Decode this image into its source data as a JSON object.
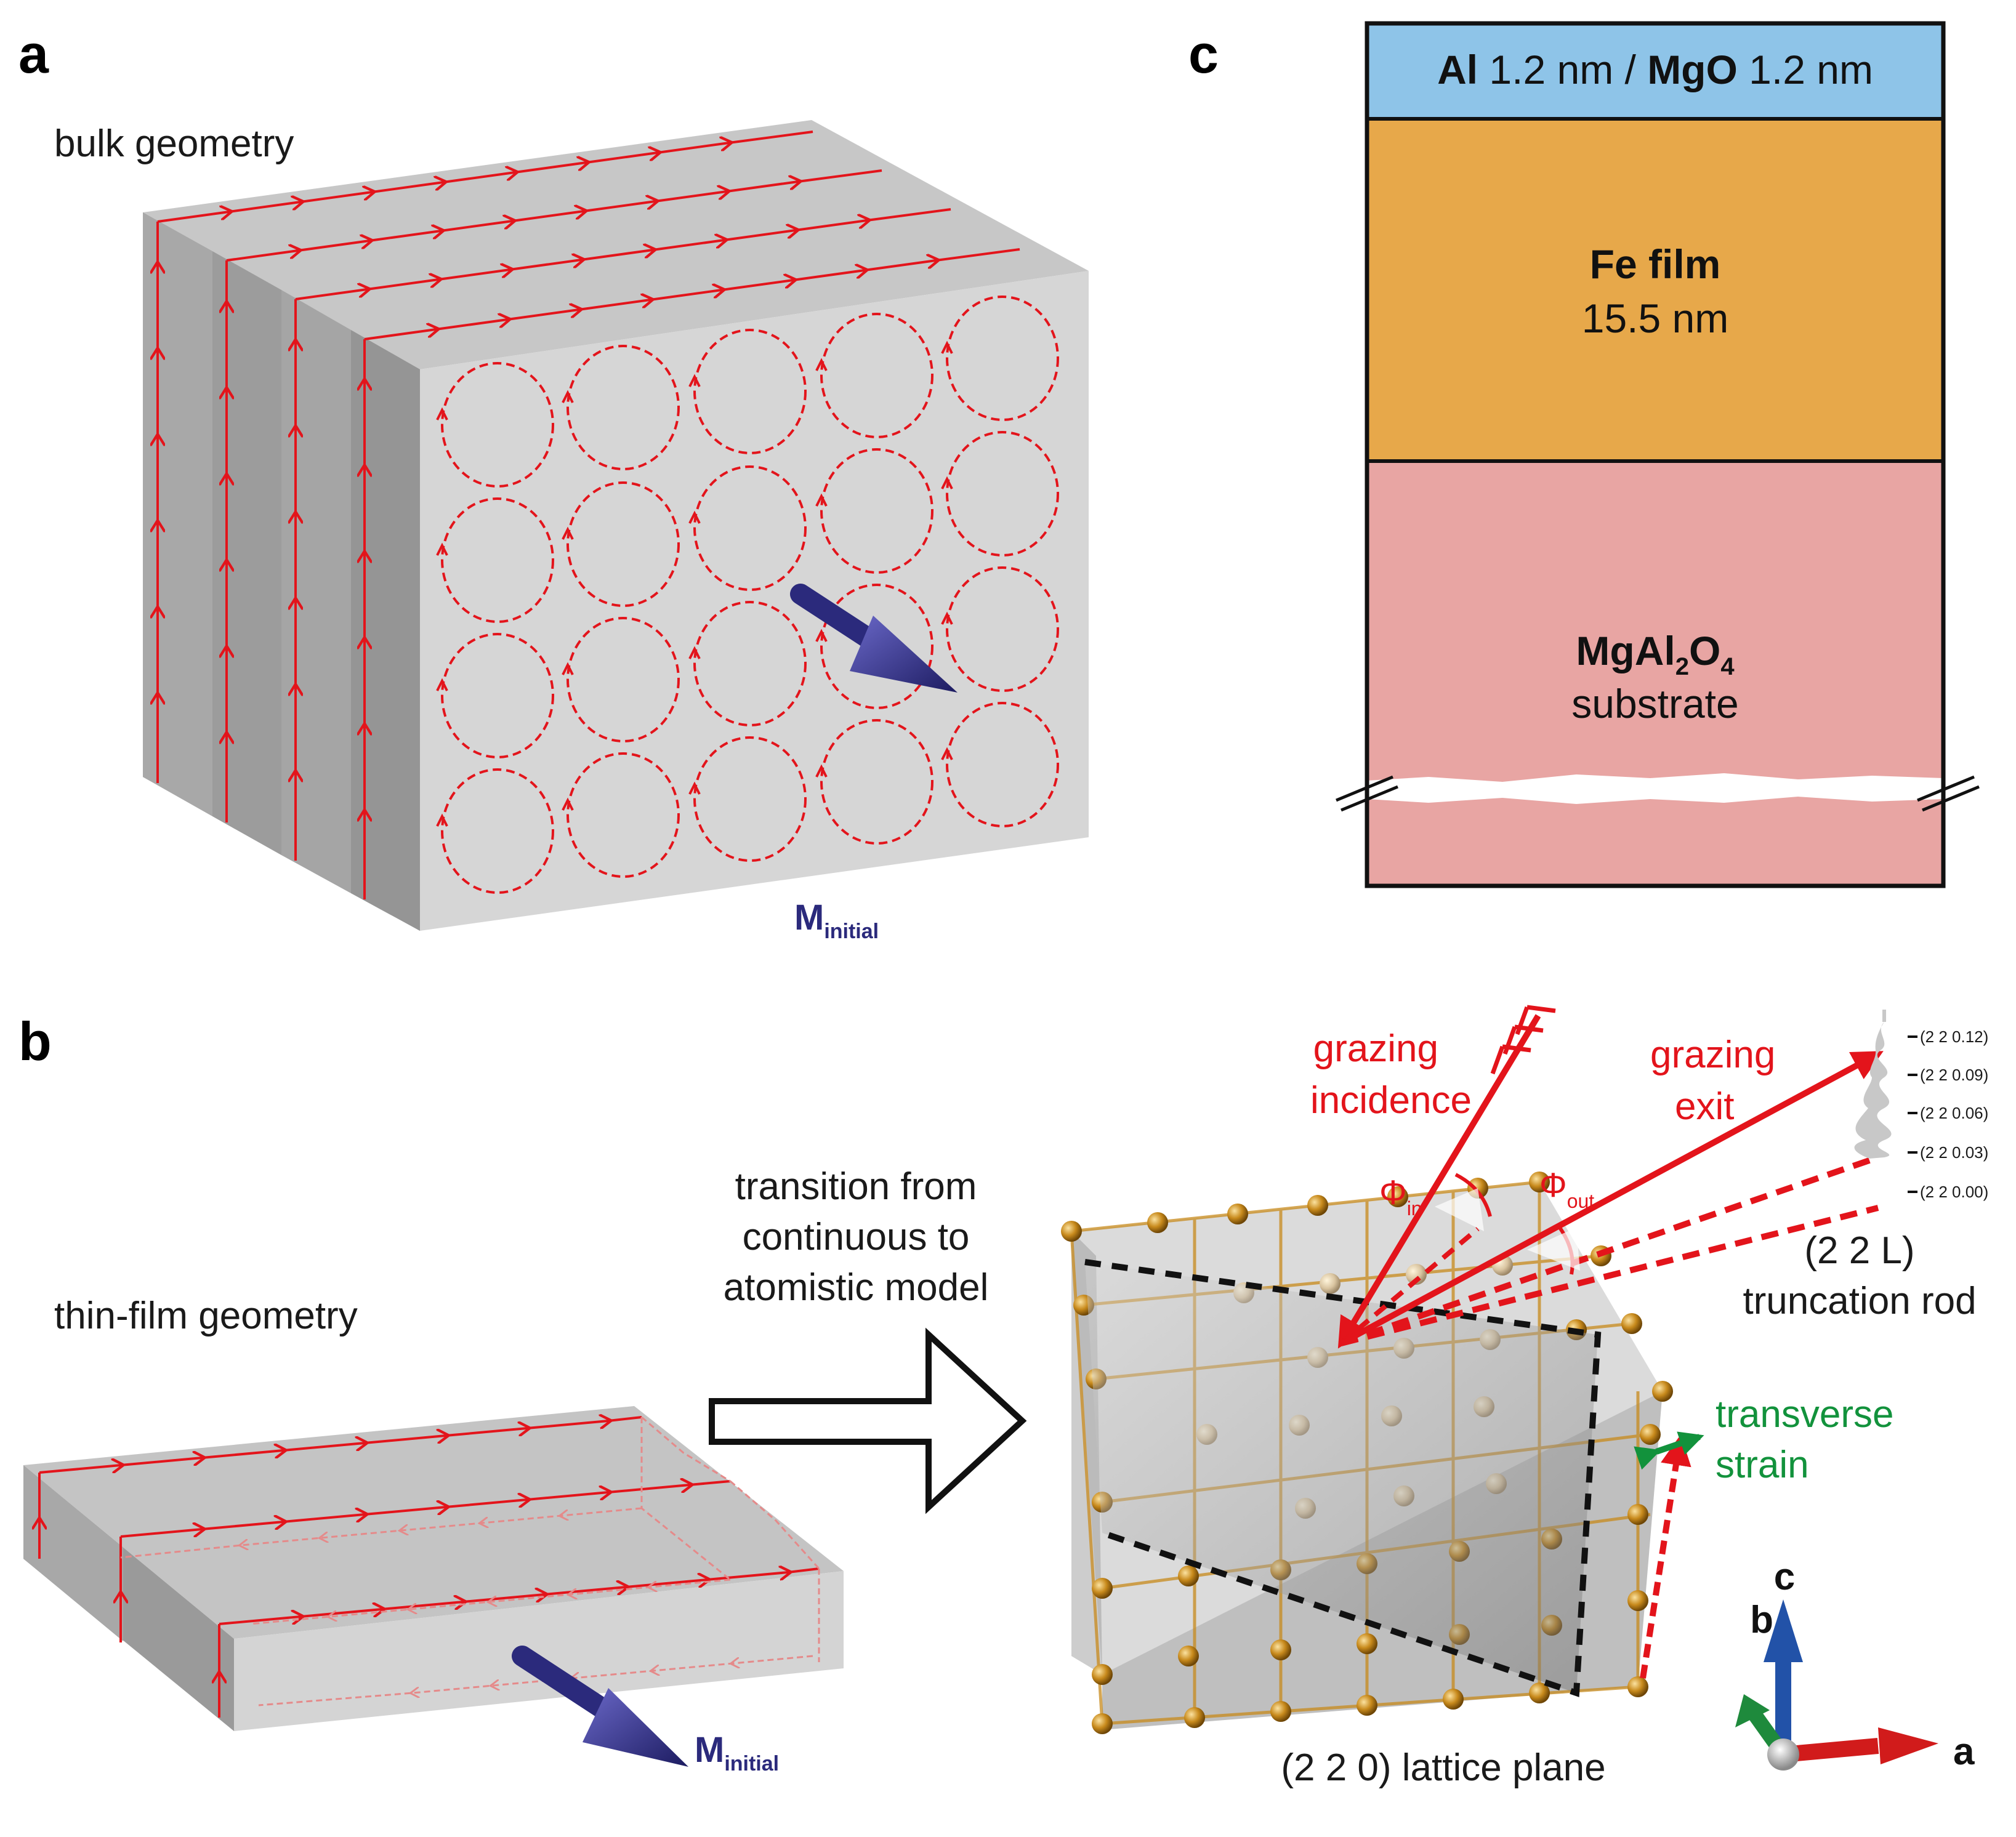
{
  "panels": {
    "a": "a",
    "b": "b",
    "c": "c"
  },
  "panel_a": {
    "title": "bulk geometry",
    "moment_main": "M",
    "moment_sub": "initial"
  },
  "panel_b": {
    "title": "thin-film geometry",
    "moment_main": "M",
    "moment_sub": "initial",
    "transition_lines": [
      "transition from",
      "continuous to",
      "atomistic model"
    ],
    "incidence_lines": [
      "grazing",
      "incidence"
    ],
    "exit_lines": [
      "grazing",
      "exit"
    ],
    "phi_symbol": "Φ",
    "phi_in_sub": "in",
    "phi_out_sub": "out",
    "rod_lines": [
      "(2 2 L)",
      "truncation rod"
    ],
    "rod_ticks": [
      "(2 2 0.12)",
      "(2 2 0.09)",
      "(2 2 0.06)",
      "(2 2 0.03)",
      "(2 2 0.00)"
    ],
    "strain_lines": [
      "transverse",
      "strain"
    ],
    "plane_label": "(2 2 0) lattice plane",
    "axes": {
      "a": "a",
      "b": "b",
      "c": "c"
    }
  },
  "panel_c": {
    "cap_al": "Al",
    "cap_al_thickness": " 1.2 nm / ",
    "cap_mgo": "MgO",
    "cap_mgo_thickness": " 1.2 nm",
    "film_name": "Fe film",
    "film_thickness": "15.5 nm",
    "substrate_main": "MgAl",
    "substrate_sub1": "2",
    "substrate_o": "O",
    "substrate_sub2": "4",
    "substrate_word": "substrate"
  },
  "colors": {
    "flux_red": "#e3141b",
    "moment_arrow": "#2b2a7c",
    "cap_layer": "#8ec4e8",
    "fe_layer": "#e7a84a",
    "substrate": "#e8a5a3",
    "strain_green": "#12923c",
    "atom_gold": "#c88a1c"
  }
}
